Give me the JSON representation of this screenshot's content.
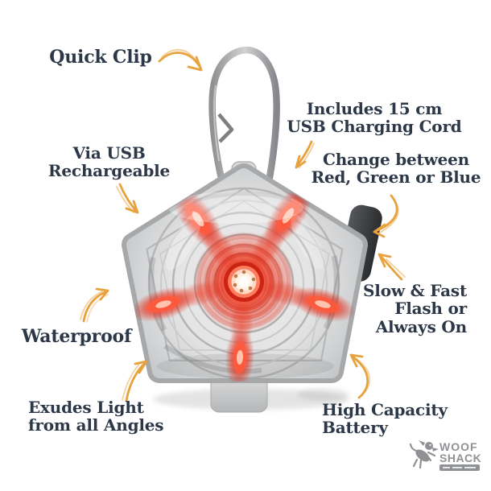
{
  "theme": {
    "bg": "#ffffff",
    "ink": "#2c3847",
    "arrow": "#e7a23e",
    "red": "#d92a1a",
    "logo": "#8f9194"
  },
  "product": {
    "kind": "clip-on rechargeable LED safety light",
    "lit_color": "red"
  },
  "annotations": [
    {
      "id": "quick-clip",
      "lines": [
        "Quick Clip"
      ]
    },
    {
      "id": "usb-cord",
      "lines": [
        "Includes 15 cm",
        "USB Charging Cord"
      ]
    },
    {
      "id": "rechargeable",
      "lines": [
        "Via USB",
        "Rechargeable"
      ]
    },
    {
      "id": "color-modes",
      "lines": [
        "Change between",
        "Red, Green or Blue"
      ]
    },
    {
      "id": "flash-modes",
      "lines": [
        "Slow & Fast",
        "Flash or",
        "Always On"
      ]
    },
    {
      "id": "waterproof",
      "lines": [
        "Waterproof"
      ]
    },
    {
      "id": "exudes-light",
      "lines": [
        "Exudes Light",
        "from all Angles"
      ]
    },
    {
      "id": "battery",
      "lines": [
        "High Capacity",
        "Battery"
      ]
    }
  ],
  "logo": {
    "brand_top": "WOOF",
    "brand_bottom": "SHACK"
  }
}
